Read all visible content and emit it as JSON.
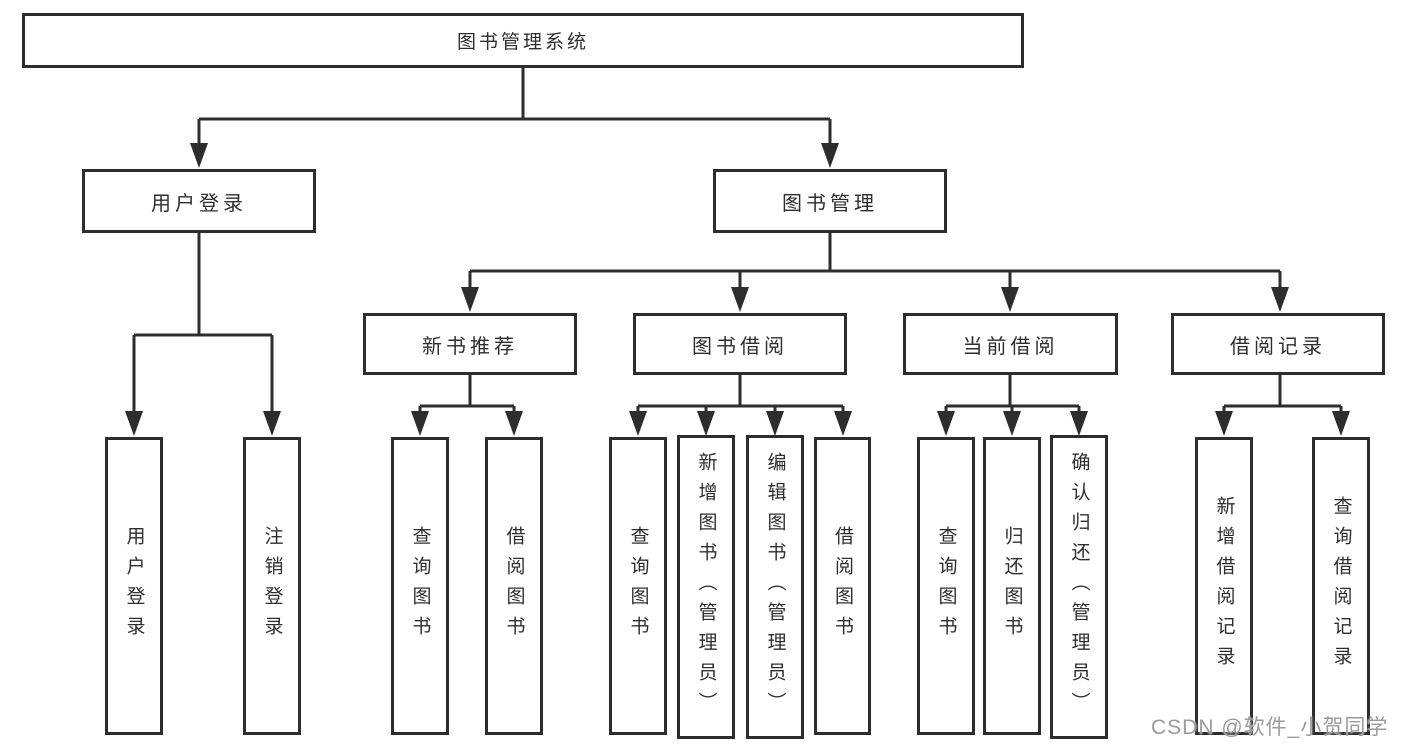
{
  "diagram": {
    "root": "图书管理系统",
    "branches": {
      "user_login": {
        "label": "用户登录",
        "children": {
          "login": "用户登录",
          "logout": "注销登录"
        }
      },
      "book_management": {
        "label": "图书管理",
        "sections": {
          "new_book_recommend": {
            "label": "新书推荐",
            "children": {
              "query_books": "查询图书",
              "borrow_books": "借阅图书"
            }
          },
          "book_borrowing": {
            "label": "图书借阅",
            "children": {
              "query_books": "查询图书",
              "add_books": "新增图书（管理员）",
              "edit_books": "编辑图书（管理员）",
              "borrow_books": "借阅图书"
            }
          },
          "current_borrowing": {
            "label": "当前借阅",
            "children": {
              "query_books": "查询图书",
              "return_books": "归还图书",
              "confirm_return": "确认归还（管理员）"
            }
          },
          "borrowing_records": {
            "label": "借阅记录",
            "children": {
              "add_record": "新增借阅记录",
              "query_record": "查询借阅记录"
            }
          }
        }
      }
    },
    "watermark": "CSDN @软件_小贺同学",
    "colors": {
      "line": "#2d2d2d",
      "box_border": "#2d2d2d",
      "box_fill": "#ffffff",
      "text": "#2e2e2e",
      "watermark": "#9b9b9b",
      "background": "#ffffff"
    }
  }
}
